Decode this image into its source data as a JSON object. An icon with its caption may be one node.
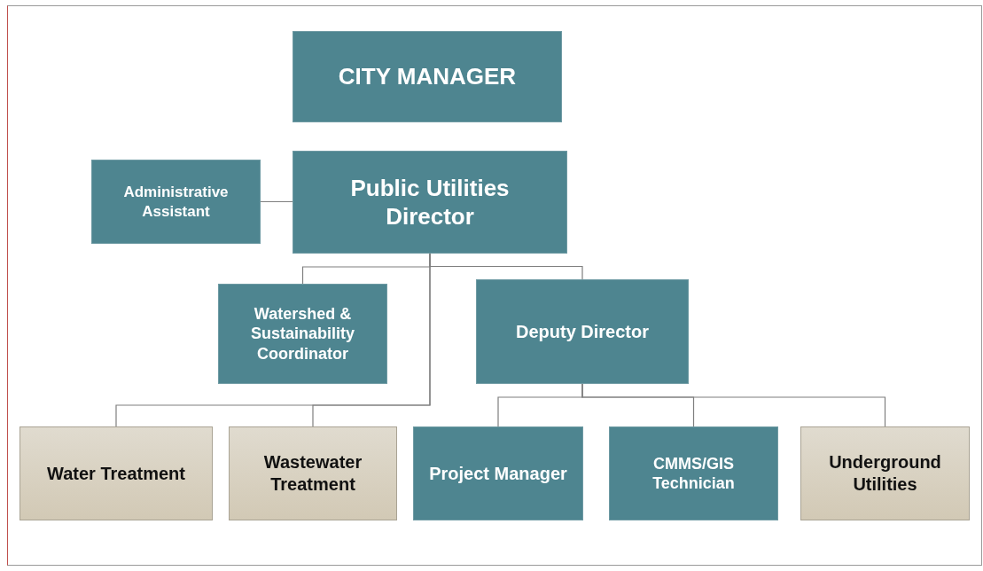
{
  "diagram": {
    "nodes": [
      {
        "text": [
          "CITY MANAGER"
        ]
      },
      {
        "text": [
          "Administrative Assistant"
        ]
      },
      {
        "text": [
          "Public Utilities Director"
        ]
      },
      {
        "text": [
          "Watershed & Sustainability Coordinator"
        ]
      },
      {
        "text": [
          "Deputy Director"
        ]
      },
      {
        "text": [
          "Water Treatment"
        ]
      },
      {
        "text": [
          "Wastewater Treatment"
        ]
      },
      {
        "text": [
          "Project Manager"
        ]
      },
      {
        "text": [
          "CMMS/GIS Technician"
        ]
      },
      {
        "text": [
          "Underground Utilities"
        ]
      }
    ],
    "edges": [
      {
        "from": 1,
        "to": 2,
        "arrow": "none"
      },
      {
        "from": 2,
        "to": 3,
        "arrow": "none"
      },
      {
        "from": 2,
        "to": 4,
        "arrow": "none"
      },
      {
        "from": 2,
        "to": 5,
        "arrow": "none"
      },
      {
        "from": 2,
        "to": 6,
        "arrow": "none"
      },
      {
        "from": 4,
        "to": 7,
        "arrow": "none"
      },
      {
        "from": 4,
        "to": 8,
        "arrow": "none"
      },
      {
        "from": 4,
        "to": 9,
        "arrow": "none"
      }
    ]
  }
}
